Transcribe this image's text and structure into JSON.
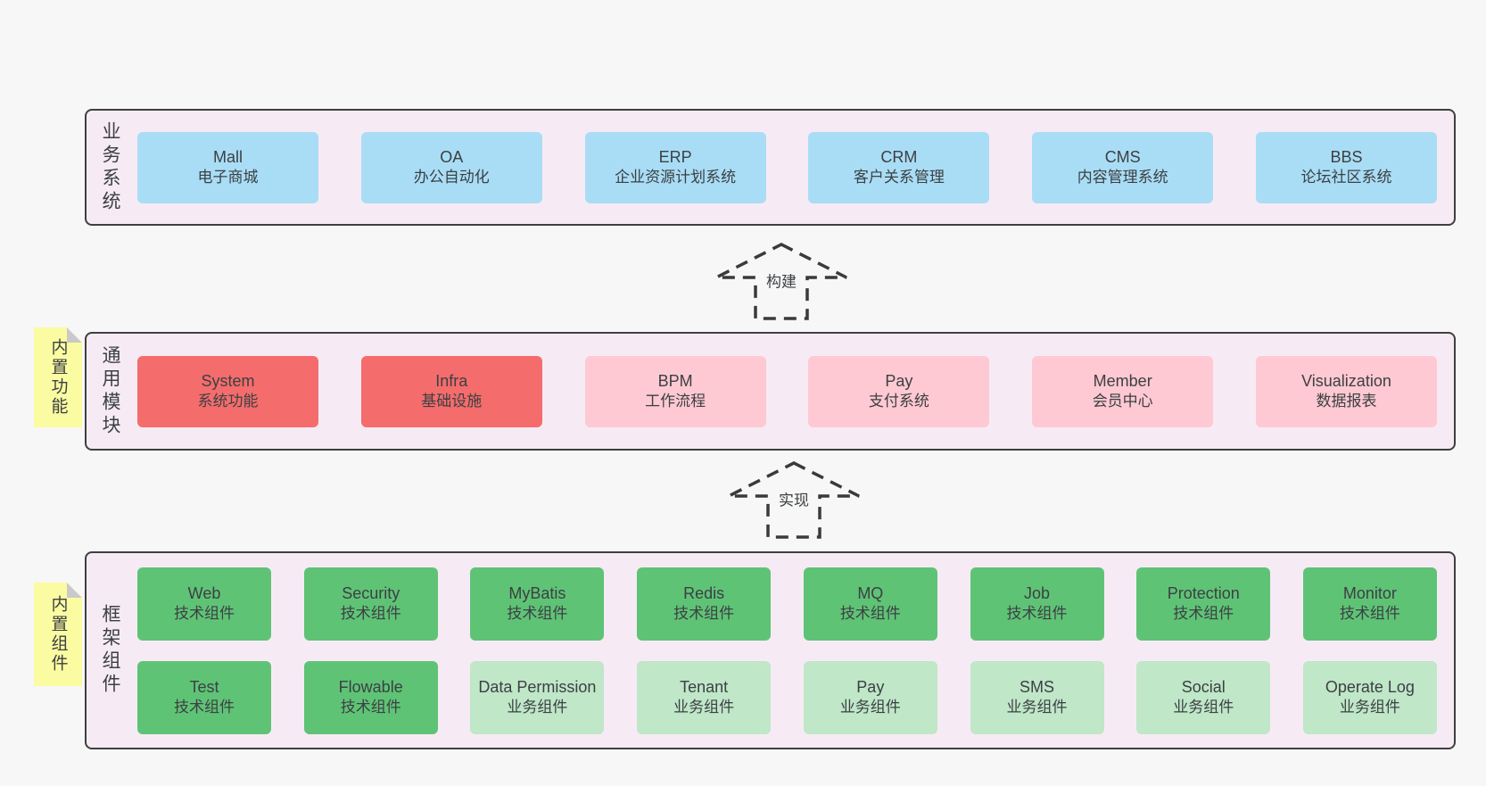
{
  "colors": {
    "page_bg": "#f7f7f7",
    "layer_bg": "#f6ebf4",
    "layer_border": "#3f3f3f",
    "text": "#3c4043",
    "arrow": "#3a3a3a",
    "note_bg": "#fbfba1",
    "note_fold": "#c9c9c9",
    "blue": "#a9ddf6",
    "red": "#f56c6c",
    "pink": "#fec9d2",
    "greenDark": "#5fc376",
    "greenLight": "#bfe7c8"
  },
  "arrows": [
    {
      "label": "构建"
    },
    {
      "label": "实现"
    }
  ],
  "layers": [
    {
      "id": "business",
      "label": "业务系统",
      "note": null,
      "rows": [
        [
          {
            "name": "Mall",
            "desc": "电子商城",
            "type": "blue"
          },
          {
            "name": "OA",
            "desc": "办公自动化",
            "type": "blue"
          },
          {
            "name": "ERP",
            "desc": "企业资源计划系统",
            "type": "blue"
          },
          {
            "name": "CRM",
            "desc": "客户关系管理",
            "type": "blue"
          },
          {
            "name": "CMS",
            "desc": "内容管理系统",
            "type": "blue"
          },
          {
            "name": "BBS",
            "desc": "论坛社区系统",
            "type": "blue"
          }
        ]
      ]
    },
    {
      "id": "modules",
      "label": "通用模块",
      "note": "内置功能",
      "rows": [
        [
          {
            "name": "System",
            "desc": "系统功能",
            "type": "red"
          },
          {
            "name": "Infra",
            "desc": "基础设施",
            "type": "red"
          },
          {
            "name": "BPM",
            "desc": "工作流程",
            "type": "pink"
          },
          {
            "name": "Pay",
            "desc": "支付系统",
            "type": "pink"
          },
          {
            "name": "Member",
            "desc": "会员中心",
            "type": "pink"
          },
          {
            "name": "Visualization",
            "desc": "数据报表",
            "type": "pink"
          }
        ]
      ]
    },
    {
      "id": "components",
      "label": "框架组件",
      "note": "内置组件",
      "rows": [
        [
          {
            "name": "Web",
            "desc": "技术组件",
            "type": "greenDark"
          },
          {
            "name": "Security",
            "desc": "技术组件",
            "type": "greenDark"
          },
          {
            "name": "MyBatis",
            "desc": "技术组件",
            "type": "greenDark"
          },
          {
            "name": "Redis",
            "desc": "技术组件",
            "type": "greenDark"
          },
          {
            "name": "MQ",
            "desc": "技术组件",
            "type": "greenDark"
          },
          {
            "name": "Job",
            "desc": "技术组件",
            "type": "greenDark"
          },
          {
            "name": "Protection",
            "desc": "技术组件",
            "type": "greenDark"
          },
          {
            "name": "Monitor",
            "desc": "技术组件",
            "type": "greenDark"
          }
        ],
        [
          {
            "name": "Test",
            "desc": "技术组件",
            "type": "greenDark"
          },
          {
            "name": "Flowable",
            "desc": "技术组件",
            "type": "greenDark"
          },
          {
            "name": "Data Permission",
            "desc": "业务组件",
            "type": "greenLight"
          },
          {
            "name": "Tenant",
            "desc": "业务组件",
            "type": "greenLight"
          },
          {
            "name": "Pay",
            "desc": "业务组件",
            "type": "greenLight"
          },
          {
            "name": "SMS",
            "desc": "业务组件",
            "type": "greenLight"
          },
          {
            "name": "Social",
            "desc": "业务组件",
            "type": "greenLight"
          },
          {
            "name": "Operate Log",
            "desc": "业务组件",
            "type": "greenLight"
          }
        ]
      ]
    }
  ]
}
